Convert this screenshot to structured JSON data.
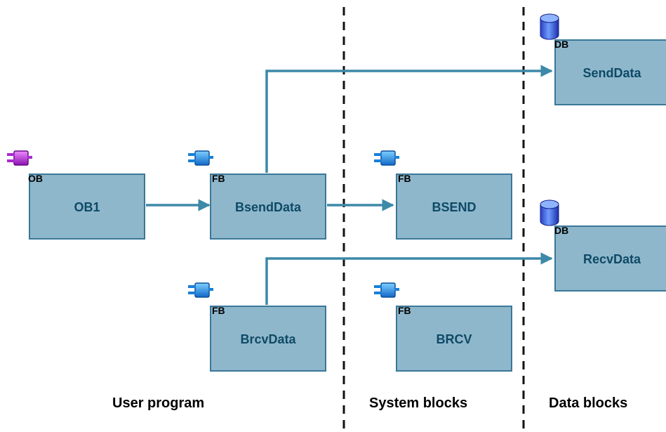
{
  "blocks": {
    "ob1": {
      "label": "OB1",
      "type": "OB"
    },
    "bsenddata": {
      "label": "BsendData",
      "type": "FB"
    },
    "brcvdata": {
      "label": "BrcvData",
      "type": "FB"
    },
    "bsend": {
      "label": "BSEND",
      "type": "FB"
    },
    "brcv": {
      "label": "BRCV",
      "type": "FB"
    },
    "senddata": {
      "label": "SendData",
      "type": "DB"
    },
    "recvdata": {
      "label": "RecvData",
      "type": "DB"
    }
  },
  "sections": {
    "user_program": "User program",
    "system_blocks": "System blocks",
    "data_blocks": "Data blocks"
  },
  "colors": {
    "block_fill": "#8fb7cc",
    "block_border": "#3a7898",
    "block_text": "#0d4a66",
    "connector": "#3d89a8",
    "ob_icon": "#b22bd6",
    "fb_icon": "#1f8fe0",
    "db_icon": "#1f4fd8"
  },
  "icons": {
    "ob": "ob-block-icon",
    "fb": "fb-block-icon",
    "db": "db-cylinder-icon"
  }
}
